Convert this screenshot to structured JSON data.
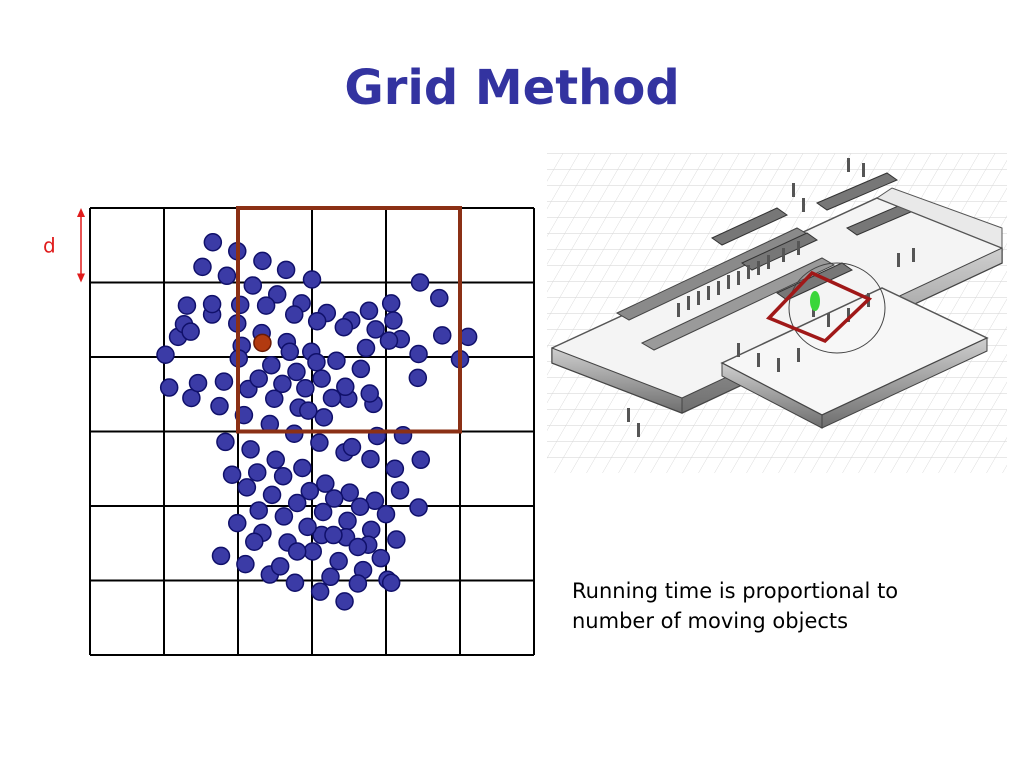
{
  "slide": {
    "title": "Grid Method",
    "caption_lines": [
      "Running time is proportional to",
      "number of moving objects"
    ]
  },
  "grid_diagram": {
    "cell_label": "d",
    "rows": 6,
    "cols": 6,
    "colors": {
      "object_fill": "#3b3ba6",
      "object_stroke": "#10106a",
      "query_fill": "#b23a10",
      "query_box": "#8b3015",
      "dimension_marker": "#e01b1b"
    },
    "query_region": {
      "col_start": 2,
      "row_start": 0,
      "col_span": 3,
      "row_span": 3
    },
    "query_object": {
      "col": 2.33,
      "row": 1.81
    },
    "objects": [
      [
        1.66,
        0.46
      ],
      [
        1.99,
        0.58
      ],
      [
        2.33,
        0.71
      ],
      [
        2.65,
        0.83
      ],
      [
        3.0,
        0.96
      ],
      [
        1.52,
        0.79
      ],
      [
        1.85,
        0.91
      ],
      [
        2.2,
        1.04
      ],
      [
        2.53,
        1.16
      ],
      [
        2.86,
        1.28
      ],
      [
        3.2,
        1.41
      ],
      [
        3.53,
        1.51
      ],
      [
        3.86,
        1.63
      ],
      [
        4.2,
        1.76
      ],
      [
        1.31,
        1.31
      ],
      [
        1.65,
        1.43
      ],
      [
        1.99,
        1.55
      ],
      [
        2.32,
        1.68
      ],
      [
        2.66,
        1.8
      ],
      [
        2.99,
        1.93
      ],
      [
        3.33,
        2.05
      ],
      [
        3.66,
        2.16
      ],
      [
        1.19,
        1.73
      ],
      [
        4.1,
        1.51
      ],
      [
        1.81,
        2.33
      ],
      [
        2.14,
        2.43
      ],
      [
        2.49,
        2.56
      ],
      [
        2.82,
        2.68
      ],
      [
        3.16,
        2.81
      ],
      [
        4.44,
        1.96
      ],
      [
        4.76,
        1.71
      ],
      [
        5.11,
        1.73
      ],
      [
        5.0,
        2.03
      ],
      [
        3.49,
        2.56
      ],
      [
        3.83,
        2.63
      ],
      [
        4.43,
        2.28
      ],
      [
        1.07,
        2.41
      ],
      [
        1.37,
        2.55
      ],
      [
        1.75,
        2.66
      ],
      [
        2.08,
        2.78
      ],
      [
        2.43,
        2.9
      ],
      [
        2.76,
        3.03
      ],
      [
        3.1,
        3.15
      ],
      [
        3.44,
        3.28
      ],
      [
        3.79,
        3.37
      ],
      [
        4.12,
        3.5
      ],
      [
        4.47,
        3.38
      ],
      [
        4.23,
        3.05
      ],
      [
        3.88,
        3.06
      ],
      [
        3.54,
        3.21
      ],
      [
        2.87,
        3.49
      ],
      [
        2.51,
        3.38
      ],
      [
        2.17,
        3.24
      ],
      [
        1.83,
        3.14
      ],
      [
        2.12,
        3.75
      ],
      [
        2.46,
        3.85
      ],
      [
        2.8,
        3.96
      ],
      [
        3.15,
        4.08
      ],
      [
        3.48,
        4.2
      ],
      [
        3.8,
        4.32
      ],
      [
        4.14,
        4.45
      ],
      [
        4.44,
        4.02
      ],
      [
        4.19,
        3.79
      ],
      [
        3.85,
        3.93
      ],
      [
        3.51,
        3.82
      ],
      [
        3.18,
        3.7
      ],
      [
        1.99,
        4.23
      ],
      [
        2.33,
        4.36
      ],
      [
        2.67,
        4.49
      ],
      [
        3.01,
        4.61
      ],
      [
        3.36,
        4.74
      ],
      [
        3.69,
        4.86
      ],
      [
        4.02,
        4.99
      ],
      [
        1.77,
        4.67
      ],
      [
        2.1,
        4.78
      ],
      [
        2.43,
        4.92
      ],
      [
        2.77,
        5.03
      ],
      [
        3.11,
        5.15
      ],
      [
        3.44,
        5.28
      ],
      [
        2.8,
        4.61
      ],
      [
        3.13,
        4.39
      ],
      [
        3.46,
        4.42
      ],
      [
        3.76,
        4.52
      ],
      [
        4.07,
        5.03
      ],
      [
        4.46,
        1.0
      ],
      [
        4.72,
        1.21
      ],
      [
        1.27,
        1.56
      ],
      [
        1.65,
        1.29
      ],
      [
        2.03,
        1.3
      ],
      [
        2.38,
        1.31
      ],
      [
        2.76,
        1.43
      ],
      [
        3.07,
        1.52
      ],
      [
        3.43,
        1.6
      ],
      [
        3.77,
        1.38
      ],
      [
        4.07,
        1.28
      ],
      [
        2.45,
        2.11
      ],
      [
        2.79,
        2.2
      ],
      [
        3.13,
        2.29
      ],
      [
        3.45,
        2.4
      ],
      [
        3.78,
        2.49
      ],
      [
        2.05,
        1.85
      ],
      [
        2.7,
        1.93
      ],
      [
        3.06,
        2.07
      ],
      [
        3.73,
        1.88
      ],
      [
        4.04,
        1.78
      ],
      [
        2.01,
        2.02
      ],
      [
        2.28,
        2.29
      ],
      [
        1.46,
        2.35
      ],
      [
        1.02,
        1.97
      ],
      [
        1.36,
        1.66
      ],
      [
        2.91,
        2.42
      ],
      [
        3.27,
        2.55
      ],
      [
        2.6,
        2.36
      ],
      [
        2.95,
        2.72
      ],
      [
        1.92,
        3.58
      ],
      [
        2.26,
        3.55
      ],
      [
        2.61,
        3.6
      ],
      [
        2.97,
        3.8
      ],
      [
        3.3,
        3.9
      ],
      [
        3.65,
        4.01
      ],
      [
        4.0,
        4.11
      ],
      [
        2.28,
        4.06
      ],
      [
        2.62,
        4.14
      ],
      [
        2.94,
        4.28
      ],
      [
        3.29,
        4.39
      ],
      [
        3.62,
        4.55
      ],
      [
        3.93,
        4.7
      ],
      [
        2.22,
        4.48
      ],
      [
        2.57,
        4.81
      ],
      [
        3.25,
        4.95
      ],
      [
        3.62,
        5.04
      ]
    ]
  }
}
